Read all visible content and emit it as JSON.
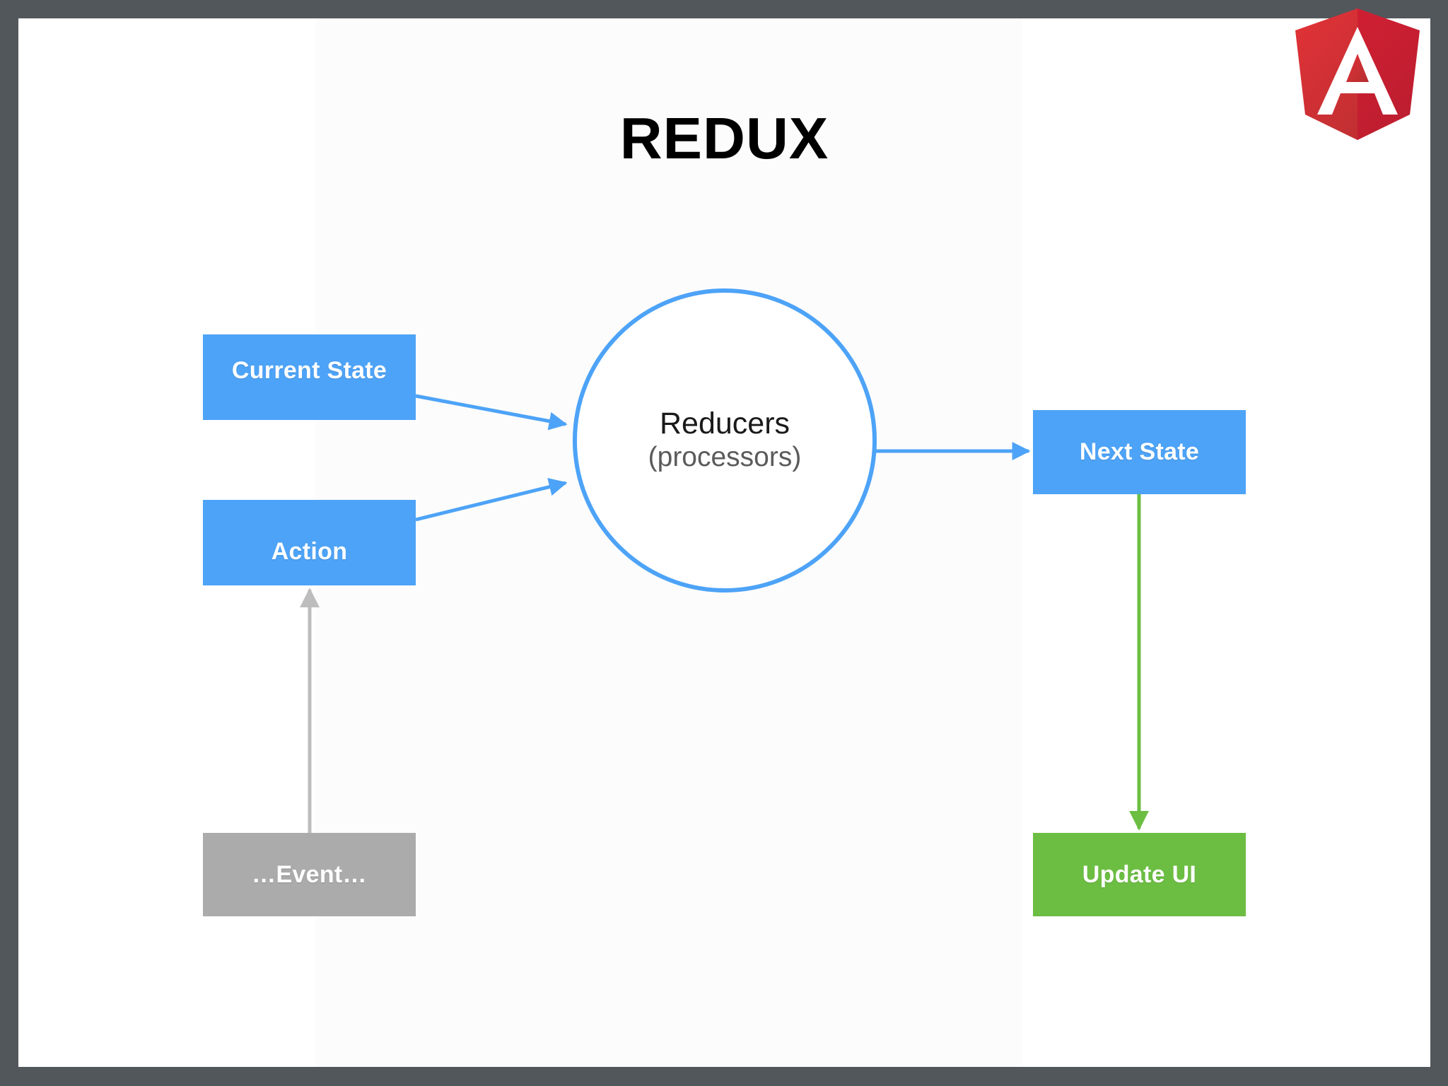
{
  "slide": {
    "title": "REDUX",
    "frame_color": "#52575c",
    "background_color": "#ffffff"
  },
  "logo": {
    "name": "angular-logo",
    "letter": "A",
    "color_primary": "#dd0031",
    "color_secondary": "#c3002f",
    "color_letter": "#ffffff"
  },
  "diagram": {
    "type": "flow",
    "nodes": [
      {
        "id": "current-state",
        "label": "Current State",
        "shape": "rect",
        "fill": "#4da3f7",
        "text_color": "#ffffff"
      },
      {
        "id": "action",
        "label": "Action",
        "shape": "rect",
        "fill": "#4da3f7",
        "text_color": "#ffffff"
      },
      {
        "id": "event",
        "label": "…Event…",
        "shape": "rect",
        "fill": "#ababab",
        "text_color": "#ffffff"
      },
      {
        "id": "reducers",
        "label": "Reducers",
        "sublabel": "(processors)",
        "shape": "circle",
        "fill": "#ffffff",
        "stroke": "#4da3f7",
        "text_color": "#1a1a1a",
        "sublabel_color": "#5b5b5b"
      },
      {
        "id": "next-state",
        "label": "Next State",
        "shape": "rect",
        "fill": "#4da3f7",
        "text_color": "#ffffff"
      },
      {
        "id": "update-ui",
        "label": "Update UI",
        "shape": "rect",
        "fill": "#6cbe42",
        "text_color": "#ffffff"
      }
    ],
    "edges": [
      {
        "id": "current-state-to-reducers",
        "from": "current-state",
        "to": "reducers",
        "color": "#4da3f7",
        "direction": "right-down"
      },
      {
        "id": "action-to-reducers",
        "from": "action",
        "to": "reducers",
        "color": "#4da3f7",
        "direction": "right-up"
      },
      {
        "id": "reducers-to-next-state",
        "from": "reducers",
        "to": "next-state",
        "color": "#4da3f7",
        "direction": "right"
      },
      {
        "id": "event-to-action",
        "from": "event",
        "to": "action",
        "color": "#bdbdbd",
        "direction": "up"
      },
      {
        "id": "next-state-to-update-ui",
        "from": "next-state",
        "to": "update-ui",
        "color": "#6cbe42",
        "direction": "down"
      }
    ]
  }
}
